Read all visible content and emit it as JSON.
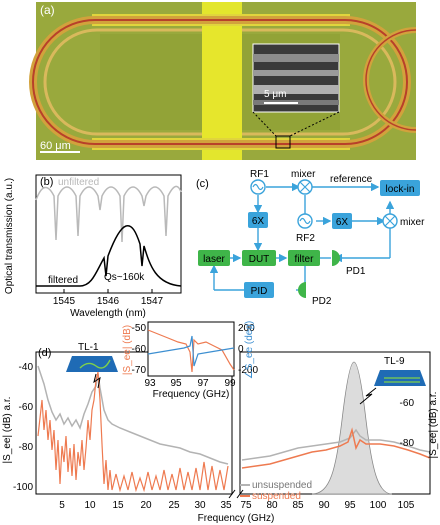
{
  "panel_a": {
    "label": "(a)",
    "scale_main": "60 μm",
    "scale_inset": "5 μm"
  },
  "panel_b": {
    "label": "(b)",
    "ylabel": "Optical transmission (a.u.)",
    "xlabel": "Wavelength (nm)",
    "legend_unfiltered": "unfiltered",
    "legend_filtered": "filtered",
    "annotation_q": "Qs~160k",
    "xticks": [
      "1545",
      "1546",
      "1547"
    ]
  },
  "panel_c": {
    "label": "(c)",
    "rf1": "RF1",
    "rf2": "RF2",
    "mixer_top": "mixer",
    "mixer_right": "mixer",
    "reference": "reference",
    "lockin": "lock-in",
    "mult_left": "6X",
    "mult_right": "6X",
    "laser": "laser",
    "dut": "DUT",
    "filter": "filter",
    "pid": "PID",
    "pd1": "PD1",
    "pd2": "PD2",
    "colors": {
      "blue_box": "#3aa3db",
      "green_box": "#3fb549",
      "line": "#3aa3db"
    }
  },
  "panel_d": {
    "label": "(d)",
    "ylabel_left": "|S_ee| (dB) a.r.",
    "ylabel_right": "|S_ee| (dB) a.r.",
    "xlabel": "Frequency (GHz)",
    "device_left": "TL-1",
    "device_right": "TL-9",
    "legend_unsuspended": "unsuspended",
    "legend_suspended": "suspended",
    "yticks_left": [
      "-40",
      "-60",
      "-80",
      "-100"
    ],
    "yticks_right": [
      "-60",
      "-80"
    ],
    "xticks_left": [
      "5",
      "10",
      "15",
      "20",
      "25",
      "30",
      "35"
    ],
    "xticks_right": [
      "75",
      "80",
      "85",
      "90",
      "95",
      "100",
      "105"
    ],
    "inset": {
      "xlabel": "Frequency (GHz)",
      "ylabel_left": "|S_ee| (dB)",
      "ylabel_right": "∠S_ee (deg)",
      "xticks": [
        "93",
        "95",
        "97",
        "99"
      ],
      "yticks_left": [
        "-50",
        "-60",
        "-70"
      ],
      "yticks_right": [
        "200",
        "0",
        "-200"
      ]
    },
    "colors": {
      "unsuspended": "#b3b3b3",
      "suspended": "#ee7a50",
      "phase": "#3d8fd1"
    }
  }
}
